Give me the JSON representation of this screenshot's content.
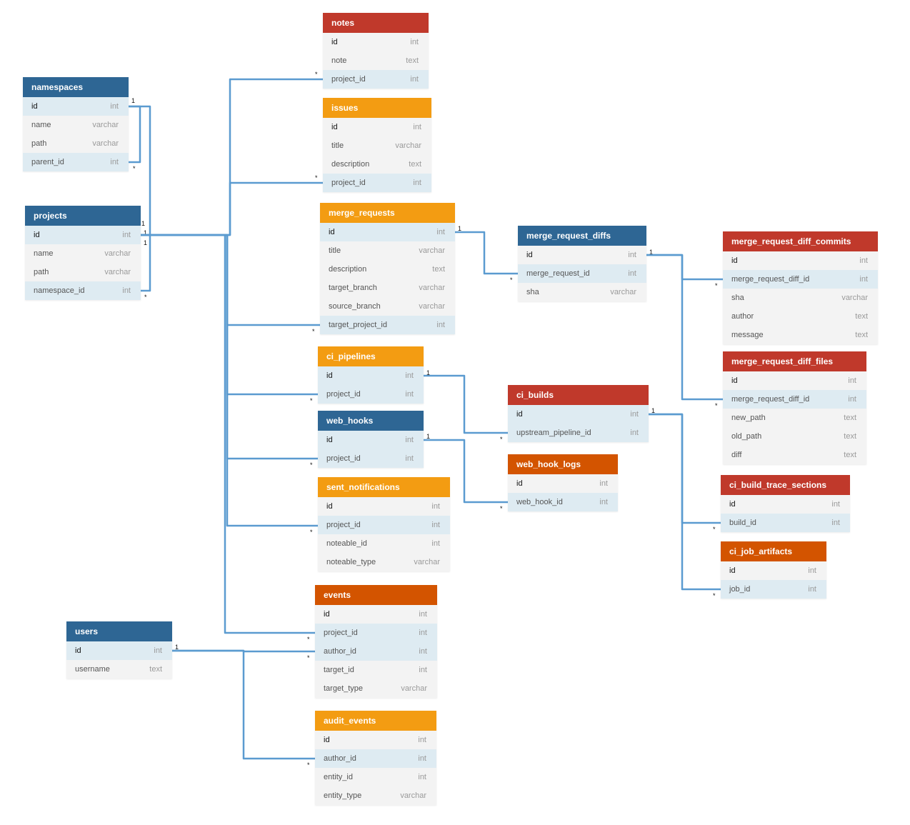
{
  "colors": {
    "blue": "#2e6694",
    "red": "#c0392b",
    "orange": "#f39c12",
    "dark_orange": "#d35400",
    "link": "#5b9bd0",
    "row_fk": "#deebf2",
    "row": "#f3f3f3"
  },
  "tables": [
    {
      "id": "notes",
      "name": "notes",
      "color": "red",
      "fields": [
        {
          "name": "id",
          "type": "int",
          "pk": true
        },
        {
          "name": "note",
          "type": "text"
        },
        {
          "name": "project_id",
          "type": "int",
          "fk": true
        }
      ]
    },
    {
      "id": "namespaces",
      "name": "namespaces",
      "color": "blue",
      "fields": [
        {
          "name": "id",
          "type": "int",
          "pk": true,
          "fk": true
        },
        {
          "name": "name",
          "type": "varchar"
        },
        {
          "name": "path",
          "type": "varchar"
        },
        {
          "name": "parent_id",
          "type": "int",
          "fk": true
        }
      ]
    },
    {
      "id": "issues",
      "name": "issues",
      "color": "orange",
      "fields": [
        {
          "name": "id",
          "type": "int",
          "pk": true
        },
        {
          "name": "title",
          "type": "varchar"
        },
        {
          "name": "description",
          "type": "text"
        },
        {
          "name": "project_id",
          "type": "int",
          "fk": true
        }
      ]
    },
    {
      "id": "projects",
      "name": "projects",
      "color": "blue",
      "fields": [
        {
          "name": "id",
          "type": "int",
          "pk": true,
          "fk": true
        },
        {
          "name": "name",
          "type": "varchar"
        },
        {
          "name": "path",
          "type": "varchar"
        },
        {
          "name": "namespace_id",
          "type": "int",
          "fk": true
        }
      ]
    },
    {
      "id": "merge_requests",
      "name": "merge_requests",
      "color": "orange",
      "fields": [
        {
          "name": "id",
          "type": "int",
          "pk": true,
          "fk": true
        },
        {
          "name": "title",
          "type": "varchar"
        },
        {
          "name": "description",
          "type": "text"
        },
        {
          "name": "target_branch",
          "type": "varchar"
        },
        {
          "name": "source_branch",
          "type": "varchar"
        },
        {
          "name": "target_project_id",
          "type": "int",
          "fk": true
        }
      ]
    },
    {
      "id": "merge_request_diffs",
      "name": "merge_request_diffs",
      "color": "blue",
      "fields": [
        {
          "name": "id",
          "type": "int",
          "pk": true
        },
        {
          "name": "merge_request_id",
          "type": "int",
          "fk": true
        },
        {
          "name": "sha",
          "type": "varchar"
        }
      ]
    },
    {
      "id": "merge_request_diff_commits",
      "name": "merge_request_diff_commits",
      "color": "red",
      "fields": [
        {
          "name": "id",
          "type": "int",
          "pk": true
        },
        {
          "name": "merge_request_diff_id",
          "type": "int",
          "fk": true
        },
        {
          "name": "sha",
          "type": "varchar"
        },
        {
          "name": "author",
          "type": "text"
        },
        {
          "name": "message",
          "type": "text"
        }
      ]
    },
    {
      "id": "ci_pipelines",
      "name": "ci_pipelines",
      "color": "orange",
      "fields": [
        {
          "name": "id",
          "type": "int",
          "pk": true,
          "fk": true
        },
        {
          "name": "project_id",
          "type": "int",
          "fk": true
        }
      ]
    },
    {
      "id": "merge_request_diff_files",
      "name": "merge_request_diff_files",
      "color": "red",
      "fields": [
        {
          "name": "id",
          "type": "int",
          "pk": true
        },
        {
          "name": "merge_request_diff_id",
          "type": "int",
          "fk": true
        },
        {
          "name": "new_path",
          "type": "text"
        },
        {
          "name": "old_path",
          "type": "text"
        },
        {
          "name": "diff",
          "type": "text"
        }
      ]
    },
    {
      "id": "ci_builds",
      "name": "ci_builds",
      "color": "red",
      "fields": [
        {
          "name": "id",
          "type": "int",
          "pk": true,
          "fk": true
        },
        {
          "name": "upstream_pipeline_id",
          "type": "int",
          "fk": true
        }
      ]
    },
    {
      "id": "web_hooks",
      "name": "web_hooks",
      "color": "blue",
      "fields": [
        {
          "name": "id",
          "type": "int",
          "pk": true,
          "fk": true
        },
        {
          "name": "project_id",
          "type": "int",
          "fk": true
        }
      ]
    },
    {
      "id": "web_hook_logs",
      "name": "web_hook_logs",
      "color": "dark_orange",
      "fields": [
        {
          "name": "id",
          "type": "int",
          "pk": true
        },
        {
          "name": "web_hook_id",
          "type": "int",
          "fk": true
        }
      ]
    },
    {
      "id": "ci_build_trace_sections",
      "name": "ci_build_trace_sections",
      "color": "red",
      "fields": [
        {
          "name": "id",
          "type": "int",
          "pk": true
        },
        {
          "name": "build_id",
          "type": "int",
          "fk": true
        }
      ]
    },
    {
      "id": "sent_notifications",
      "name": "sent_notifications",
      "color": "orange",
      "fields": [
        {
          "name": "id",
          "type": "int",
          "pk": true
        },
        {
          "name": "project_id",
          "type": "int",
          "fk": true
        },
        {
          "name": "noteable_id",
          "type": "int"
        },
        {
          "name": "noteable_type",
          "type": "varchar"
        }
      ]
    },
    {
      "id": "ci_job_artifacts",
      "name": "ci_job_artifacts",
      "color": "dark_orange",
      "fields": [
        {
          "name": "id",
          "type": "int",
          "pk": true
        },
        {
          "name": "job_id",
          "type": "int",
          "fk": true
        }
      ]
    },
    {
      "id": "events",
      "name": "events",
      "color": "dark_orange",
      "fields": [
        {
          "name": "id",
          "type": "int",
          "pk": true
        },
        {
          "name": "project_id",
          "type": "int",
          "fk": true
        },
        {
          "name": "author_id",
          "type": "int",
          "fk": true
        },
        {
          "name": "target_id",
          "type": "int"
        },
        {
          "name": "target_type",
          "type": "varchar"
        }
      ]
    },
    {
      "id": "users",
      "name": "users",
      "color": "blue",
      "fields": [
        {
          "name": "id",
          "type": "int",
          "pk": true,
          "fk": true
        },
        {
          "name": "username",
          "type": "text"
        }
      ]
    },
    {
      "id": "audit_events",
      "name": "audit_events",
      "color": "orange",
      "fields": [
        {
          "name": "id",
          "type": "int",
          "pk": true
        },
        {
          "name": "author_id",
          "type": "int",
          "fk": true
        },
        {
          "name": "entity_id",
          "type": "int"
        },
        {
          "name": "entity_type",
          "type": "varchar"
        }
      ]
    }
  ],
  "relationships": [
    {
      "from": "namespaces.id",
      "to": "namespaces.parent_id",
      "one": "1",
      "many": "*"
    },
    {
      "from": "namespaces.id",
      "to": "projects.namespace_id",
      "one": "1",
      "many": "*"
    },
    {
      "from": "projects.id",
      "to": "notes.project_id",
      "one": "1",
      "many": "*"
    },
    {
      "from": "projects.id",
      "to": "issues.project_id",
      "one": "1",
      "many": "*"
    },
    {
      "from": "projects.id",
      "to": "merge_requests.target_project_id",
      "one": "1",
      "many": "*"
    },
    {
      "from": "projects.id",
      "to": "ci_pipelines.project_id",
      "one": "1",
      "many": "*"
    },
    {
      "from": "projects.id",
      "to": "web_hooks.project_id",
      "one": "1",
      "many": "*"
    },
    {
      "from": "projects.id",
      "to": "sent_notifications.project_id",
      "one": "1",
      "many": "*"
    },
    {
      "from": "projects.id",
      "to": "events.project_id",
      "one": "1",
      "many": "*"
    },
    {
      "from": "merge_requests.id",
      "to": "merge_request_diffs.merge_request_id",
      "one": "1",
      "many": "*"
    },
    {
      "from": "merge_request_diffs.id",
      "to": "merge_request_diff_commits.merge_request_diff_id",
      "one": "1",
      "many": "*"
    },
    {
      "from": "merge_request_diffs.id",
      "to": "merge_request_diff_files.merge_request_diff_id",
      "one": "1",
      "many": "*"
    },
    {
      "from": "ci_pipelines.id",
      "to": "ci_builds.upstream_pipeline_id",
      "one": "1",
      "many": "*"
    },
    {
      "from": "web_hooks.id",
      "to": "web_hook_logs.web_hook_id",
      "one": "1",
      "many": "*"
    },
    {
      "from": "ci_builds.id",
      "to": "ci_build_trace_sections.build_id",
      "one": "1",
      "many": "*"
    },
    {
      "from": "ci_builds.id",
      "to": "ci_job_artifacts.job_id",
      "one": "1",
      "many": "*"
    },
    {
      "from": "users.id",
      "to": "events.author_id",
      "one": "1",
      "many": "*"
    },
    {
      "from": "users.id",
      "to": "audit_events.author_id",
      "one": "1",
      "many": "*"
    }
  ]
}
